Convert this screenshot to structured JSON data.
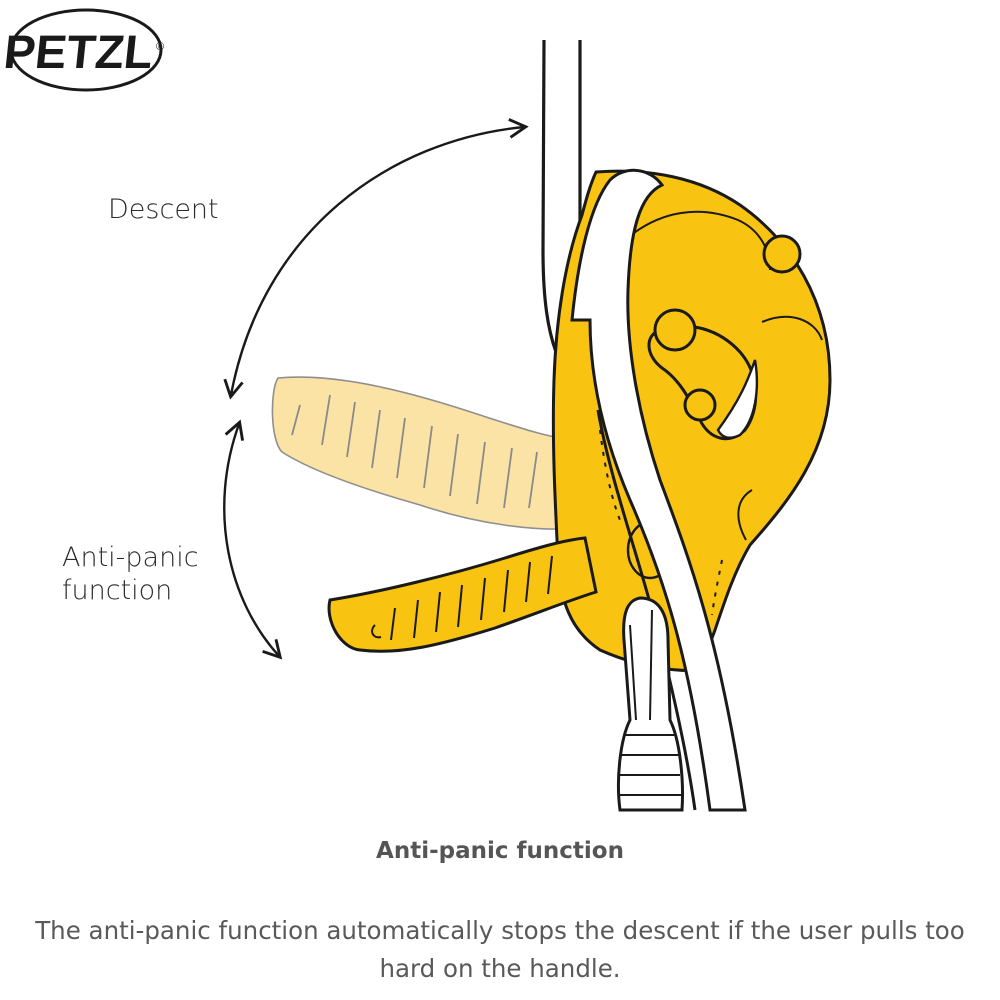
{
  "brand": {
    "logo_text": "PETZL",
    "registered_mark": "®"
  },
  "diagram": {
    "label_descent": "Descent",
    "label_antipanic_line1": "Anti-panic",
    "label_antipanic_line2": "function"
  },
  "caption": {
    "title": "Anti-panic function",
    "body": "The anti-panic function automatically stops the descent if the user pulls too hard on the handle."
  },
  "colors": {
    "device_yellow": "#F9C311",
    "handle_faded": "#FBE3A6",
    "outline": "#1a1a1a",
    "text": "#2b2b2b",
    "caption_text": "#595959"
  }
}
